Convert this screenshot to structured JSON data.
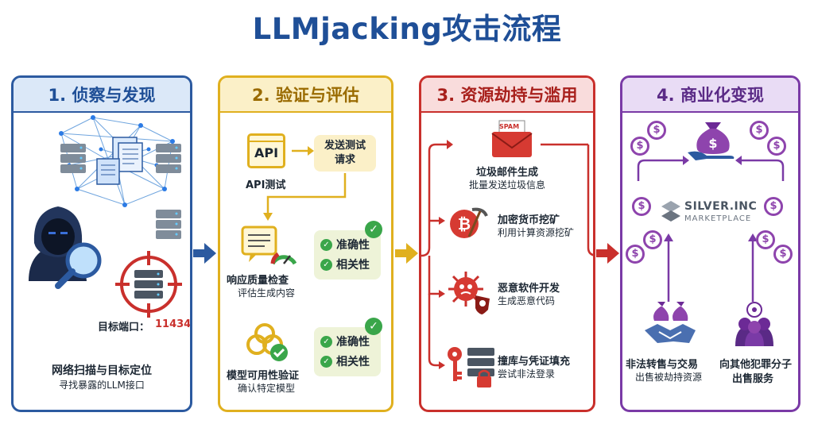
{
  "title": "LLMjacking攻击流程",
  "panels": [
    {
      "title": "1. 侦察与发现",
      "target_label": "目标端口：",
      "target_port": "11434",
      "caption_main": "网络扫描与目标定位",
      "caption_sub": "寻找暴露的LLM接口"
    },
    {
      "title": "2. 验证与评估",
      "api_icon_text": "API",
      "api_label": "API测试",
      "send_test_line1": "发送测试",
      "send_test_line2": "请求",
      "quality_label": "响应质量检查",
      "quality_sub": "评估生成内容",
      "checks_a": [
        "准确性",
        "相关性"
      ],
      "model_label": "模型可用性验证",
      "model_sub": "确认特定模型",
      "checks_b": [
        "准确性",
        "相关性"
      ]
    },
    {
      "title": "3. 资源劫持与滥用",
      "spam_tag": "SPAM",
      "items": [
        {
          "label": "垃圾邮件生成",
          "sub": "批量发送垃圾信息"
        },
        {
          "label": "加密货币挖矿",
          "sub": "利用计算资源挖矿"
        },
        {
          "label": "恶意软件开发",
          "sub": "生成恶意代码"
        },
        {
          "label": "撞库与凭证填充",
          "sub": "尝试非法登录"
        }
      ]
    },
    {
      "title": "4. 商业化变现",
      "marketplace_line1": "SILVER.INC",
      "marketplace_line2": "MARKETPLACE",
      "currency_symbol": "$",
      "sell_label": "非法转售与交易",
      "sell_sub": "出售被劫持资源",
      "crime_label_line1": "向其他犯罪分子",
      "crime_label_line2": "出售服务"
    }
  ],
  "colors": {
    "stage1": "#2c5aa0",
    "stage2": "#e0b01f",
    "stage3": "#c9302c",
    "stage4": "#7a3aa6",
    "money": "#8e44ad",
    "check": "#3aa64a"
  }
}
